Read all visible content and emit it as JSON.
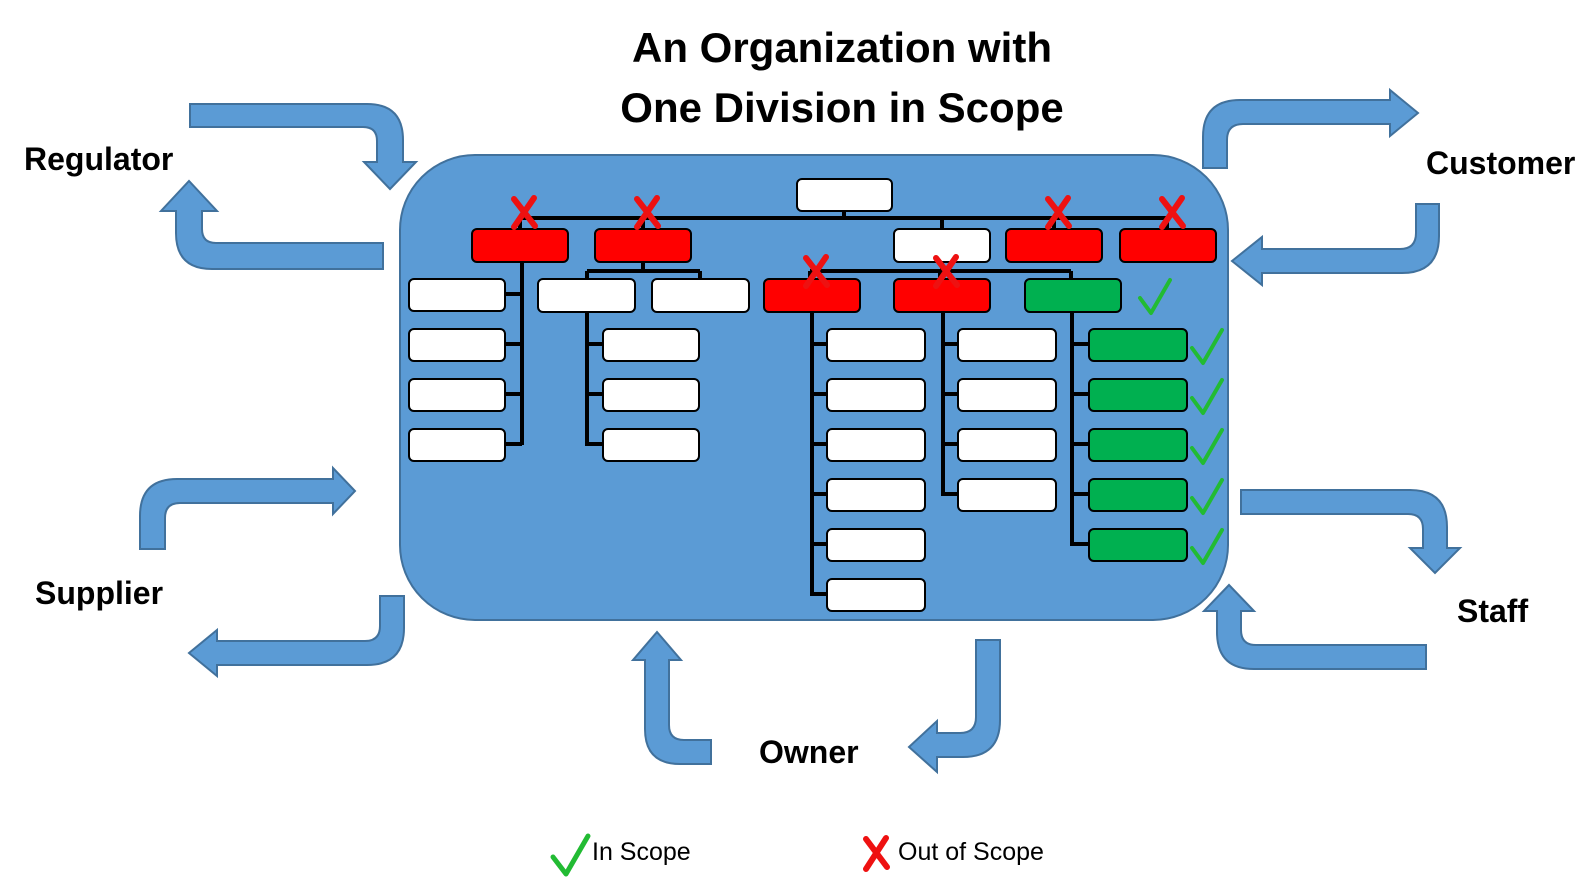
{
  "title": {
    "line1": "An Organization with",
    "line2": "One Division in Scope"
  },
  "stakeholders": {
    "regulator": "Regulator",
    "customer": "Customer",
    "supplier": "Supplier",
    "staff": "Staff",
    "owner": "Owner"
  },
  "legend": {
    "in_scope": "In Scope",
    "out_of_scope": "Out of Scope"
  },
  "icons": {
    "in_scope": "check-icon",
    "out_of_scope": "cross-icon"
  },
  "colors": {
    "organization_fill": "#5b9bd5",
    "arrow_fill": "#5b9bd5",
    "in_scope": "#00b050",
    "out_of_scope": "#ff0000",
    "neutral": "#ffffff",
    "check_mark": "#22bb33",
    "cross_mark": "#ee1111"
  },
  "org_units": {
    "top": "neutral",
    "level2": [
      "out",
      "out",
      "neutral",
      "out",
      "out"
    ],
    "left_division_subunits": [
      "neutral",
      "neutral",
      "neutral",
      "neutral"
    ],
    "second_division_groups": [
      "neutral",
      "neutral"
    ],
    "second_division_subunits": [
      "neutral",
      "neutral",
      "neutral"
    ],
    "third_division_groups": [
      "out",
      "out",
      "in"
    ],
    "third_division_group1_subunits": [
      "neutral",
      "neutral",
      "neutral",
      "neutral",
      "neutral",
      "neutral"
    ],
    "third_division_group2_subunits": [
      "neutral",
      "neutral",
      "neutral",
      "neutral"
    ],
    "third_division_group3_subunits": [
      "in",
      "in",
      "in",
      "in",
      "in"
    ]
  }
}
